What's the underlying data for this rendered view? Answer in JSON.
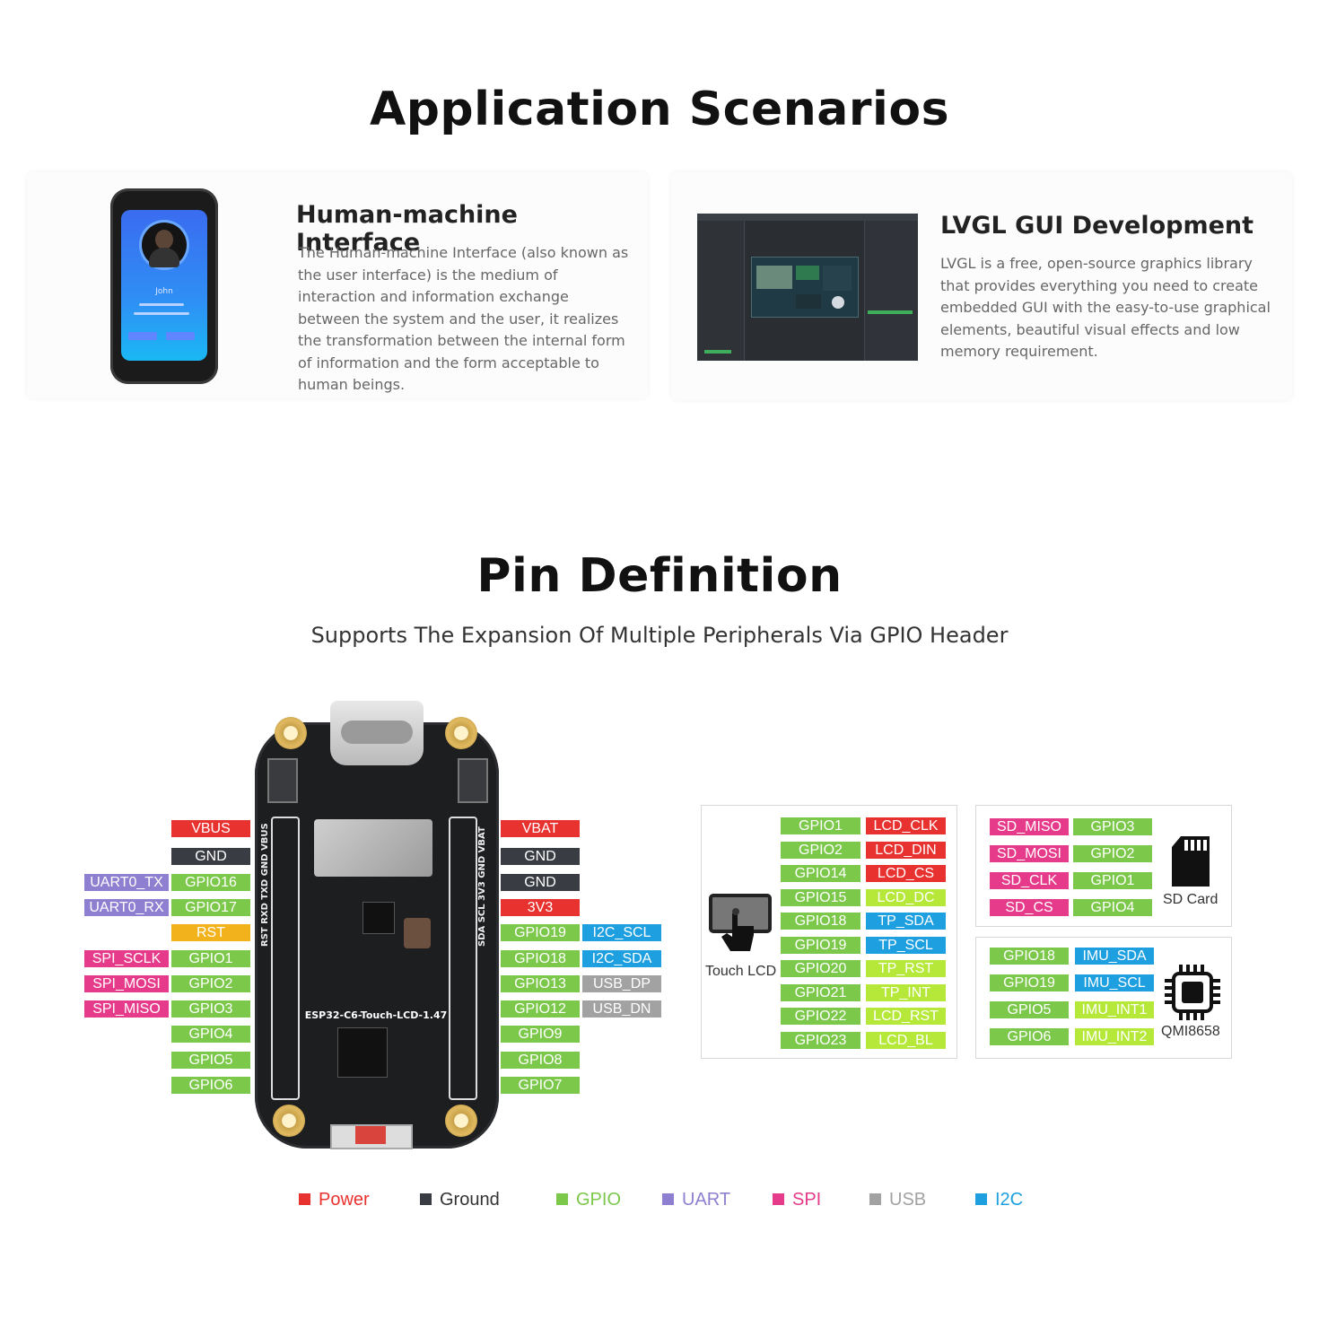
{
  "colors": {
    "power": "#e8322f",
    "ground": "#3a3c44",
    "gpio": "#7cc84b",
    "uart": "#8f7fd0",
    "spi": "#e63a8a",
    "usb": "#a2a2a2",
    "i2c": "#1d9fe0",
    "rst": "#f2b21c",
    "lcd": "#b6e83a"
  },
  "scenarios": {
    "title": "Application Scenarios",
    "hmi": {
      "title": "Human-machine Interface",
      "body": "The Human-machine Interface (also known as the user interface) is the medium of interaction and information exchange between the system and the user, it realizes the transformation between the internal form of information and the form acceptable to human beings.",
      "device_name": "John"
    },
    "lvgl": {
      "title": "LVGL GUI Development",
      "body": "LVGL is a free, open-source graphics library that provides everything you need to create embedded GUI with the easy-to-use graphical elements, beautiful visual effects and low memory requirement."
    }
  },
  "pins": {
    "title": "Pin Definition",
    "subtitle": "Supports The Expansion Of Multiple Peripherals Via GPIO Header",
    "board_label": "ESP32-C6-Touch-LCD-1.47",
    "left_gpio": [
      "VBUS",
      "GND",
      "GPIO16",
      "GPIO17",
      "RST",
      "GPIO1",
      "GPIO2",
      "GPIO3",
      "GPIO4",
      "GPIO5",
      "GPIO6"
    ],
    "left_alt": [
      "",
      "",
      "UART0_TX",
      "UART0_RX",
      "",
      "SPI_SCLK",
      "SPI_MOSI",
      "SPI_MISO",
      "",
      "",
      ""
    ],
    "right_gpio": [
      "VBAT",
      "GND",
      "GND",
      "3V3",
      "GPIO19",
      "GPIO18",
      "GPIO13",
      "GPIO12",
      "GPIO9",
      "GPIO8",
      "GPIO7"
    ],
    "right_alt": [
      "",
      "",
      "",
      "",
      "I2C_SCL",
      "I2C_SDA",
      "USB_DP",
      "USB_DN",
      "",
      "",
      ""
    ],
    "board_left_silk": "RST RXD TXD GND VBUS",
    "board_right_silk": "SDA SCL 3V3 GND VBAT",
    "touch_lcd": {
      "caption": "Touch LCD",
      "gpio": [
        "GPIO1",
        "GPIO2",
        "GPIO14",
        "GPIO15",
        "GPIO18",
        "GPIO19",
        "GPIO20",
        "GPIO21",
        "GPIO22",
        "GPIO23"
      ],
      "func": [
        "LCD_CLK",
        "LCD_DIN",
        "LCD_CS",
        "LCD_DC",
        "TP_SDA",
        "TP_SCL",
        "TP_RST",
        "TP_INT",
        "LCD_RST",
        "LCD_BL"
      ]
    },
    "sd_card": {
      "caption": "SD Card",
      "func": [
        "SD_MISO",
        "SD_MOSI",
        "SD_CLK",
        "SD_CS"
      ],
      "gpio": [
        "GPIO3",
        "GPIO2",
        "GPIO1",
        "GPIO4"
      ]
    },
    "imu": {
      "caption": "QMI8658",
      "gpio": [
        "GPIO18",
        "GPIO19",
        "GPIO5",
        "GPIO6"
      ],
      "func": [
        "IMU_SDA",
        "IMU_SCL",
        "IMU_INT1",
        "IMU_INT2"
      ]
    }
  },
  "legend": [
    "Power",
    "Ground",
    "GPIO",
    "UART",
    "SPI",
    "USB",
    "I2C"
  ]
}
